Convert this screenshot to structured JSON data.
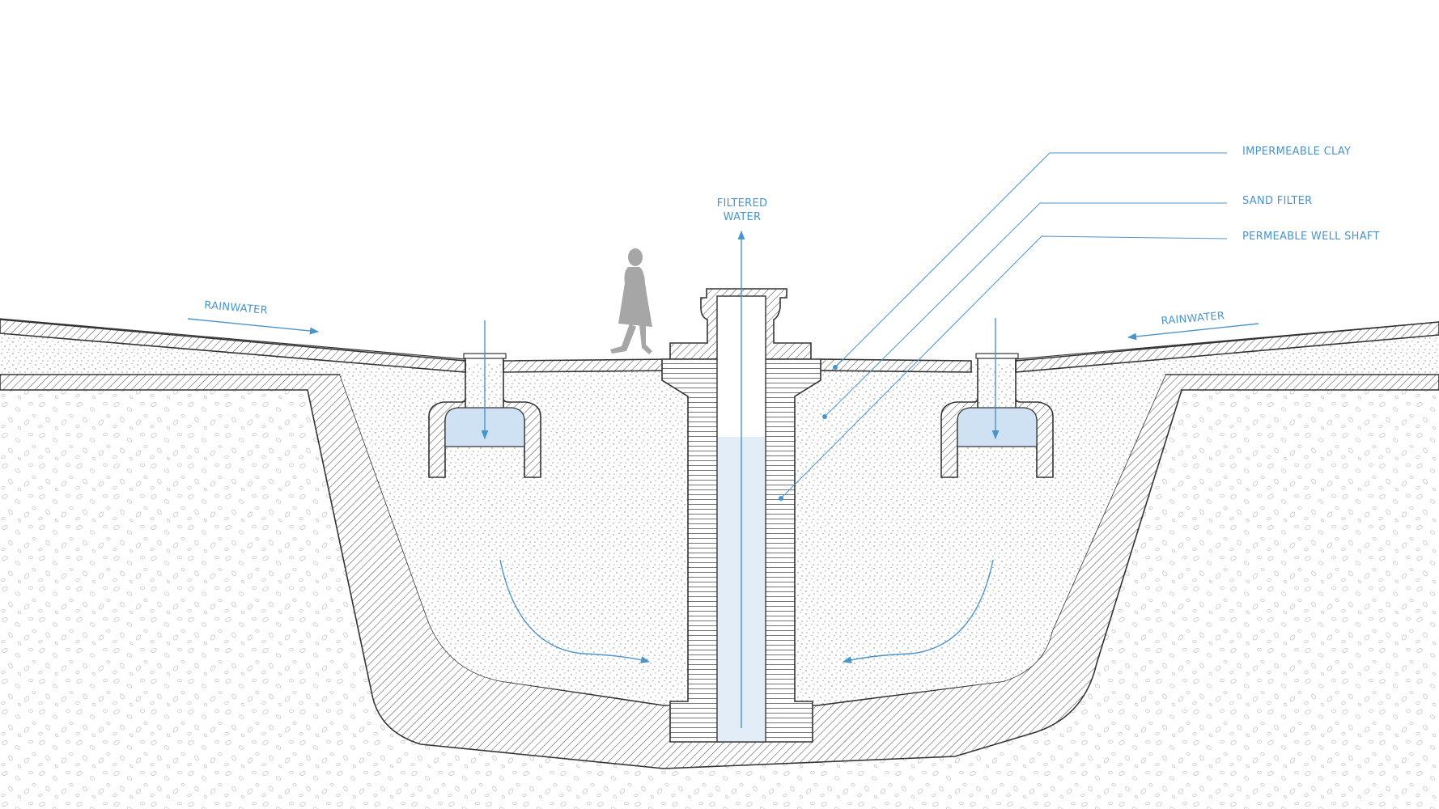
{
  "labels": {
    "impermeable_clay": "IMPERMEABLE CLAY",
    "sand_filter": "SAND FILTER",
    "permeable_well_shaft": "PERMEABLE WELL SHAFT",
    "filtered_water_line1": "FILTERED",
    "filtered_water_line2": "WATER",
    "rainwater_left": "RAINWATER",
    "rainwater_right": "RAINWATER"
  },
  "colors": {
    "annotation": "#4a94cc",
    "water": "#cfe2f3",
    "outline": "#333333",
    "figure": "#a6a6a6"
  }
}
